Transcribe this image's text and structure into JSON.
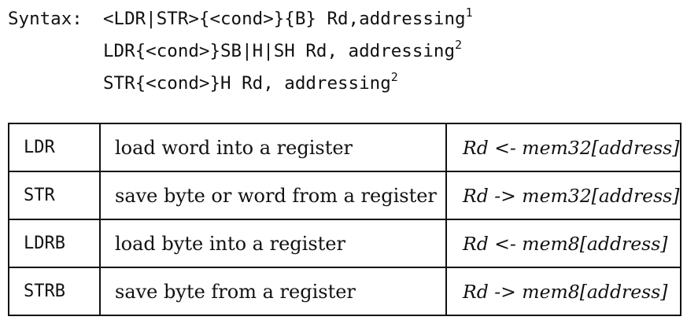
{
  "syntax": {
    "label": "Syntax:",
    "lines": [
      {
        "text": "<LDR|STR>{<cond>}{B} Rd,addressing",
        "sup": "1"
      },
      {
        "text": "LDR{<cond>}SB|H|SH Rd, addressing",
        "sup": "2"
      },
      {
        "text": "STR{<cond>}H Rd, addressing",
        "sup": "2"
      }
    ]
  },
  "table": {
    "rows": [
      {
        "mnemonic": "LDR",
        "description": "load word into a register",
        "effect": "Rd <- mem32[address]"
      },
      {
        "mnemonic": "STR",
        "description": "save byte or word from a register",
        "effect": "Rd -> mem32[address]"
      },
      {
        "mnemonic": "LDRB",
        "description": "load byte into a register",
        "effect": "Rd <- mem8[address]"
      },
      {
        "mnemonic": "STRB",
        "description": "save byte from a register",
        "effect": "Rd -> mem8[address]"
      }
    ]
  }
}
